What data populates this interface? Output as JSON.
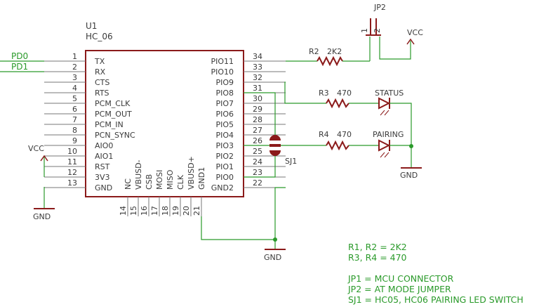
{
  "u1": {
    "ref": "U1",
    "part": "HC_06",
    "left_pins": [
      {
        "num": "1",
        "name": "TX"
      },
      {
        "num": "2",
        "name": "RX"
      },
      {
        "num": "3",
        "name": "CTS"
      },
      {
        "num": "4",
        "name": "RTS"
      },
      {
        "num": "5",
        "name": "PCM_CLK"
      },
      {
        "num": "6",
        "name": "PCM_OUT"
      },
      {
        "num": "7",
        "name": "PCM_IN"
      },
      {
        "num": "8",
        "name": "PCN_SYNC"
      },
      {
        "num": "9",
        "name": "AIO0"
      },
      {
        "num": "10",
        "name": "AIO1"
      },
      {
        "num": "11",
        "name": "RST"
      },
      {
        "num": "12",
        "name": "3V3"
      },
      {
        "num": "13",
        "name": "GND"
      }
    ],
    "right_pins": [
      {
        "num": "34",
        "name": "PIO11"
      },
      {
        "num": "33",
        "name": "PIO10"
      },
      {
        "num": "32",
        "name": "PIO9"
      },
      {
        "num": "31",
        "name": "PIO8"
      },
      {
        "num": "30",
        "name": "PIO7"
      },
      {
        "num": "29",
        "name": "PIO6"
      },
      {
        "num": "28",
        "name": "PIO5"
      },
      {
        "num": "27",
        "name": "PIO4"
      },
      {
        "num": "26",
        "name": "PIO3"
      },
      {
        "num": "25",
        "name": "PIO2"
      },
      {
        "num": "24",
        "name": "PIO1"
      },
      {
        "num": "23",
        "name": "PIO0"
      },
      {
        "num": "22",
        "name": "GND2"
      }
    ],
    "bottom_pins": [
      {
        "num": "14",
        "name": "NC"
      },
      {
        "num": "15",
        "name": "VBUSD-"
      },
      {
        "num": "16",
        "name": "CSB"
      },
      {
        "num": "17",
        "name": "MOSI"
      },
      {
        "num": "18",
        "name": "MISO"
      },
      {
        "num": "19",
        "name": "CLK"
      },
      {
        "num": "20",
        "name": "VBUSD+"
      },
      {
        "num": "21",
        "name": "GND1"
      }
    ]
  },
  "nets": {
    "pd0": "PD0",
    "pd1": "PD1",
    "vcc_left": "VCC",
    "vcc_right": "VCC",
    "gnd_left": "GND",
    "gnd_bottom": "GND",
    "gnd_right": "GND"
  },
  "parts": {
    "jp2": "JP2",
    "jp2_pin1": "1",
    "jp2_pin2": "2",
    "r2": "R2",
    "r2_value": "2K2",
    "r3": "R3",
    "r3_value": "470",
    "r4": "R4",
    "r4_value": "470",
    "led_status": "STATUS",
    "led_pairing": "PAIRING",
    "sj1": "SJ1"
  },
  "notes": [
    "R1, R2 = 2K2",
    "R3, R4 = 470",
    "",
    "JP1 = MCU CONNECTOR",
    "JP2 = AT MODE JUMPER",
    "SJ1 = HC05, HC06 PAIRING LED SWITCH"
  ]
}
